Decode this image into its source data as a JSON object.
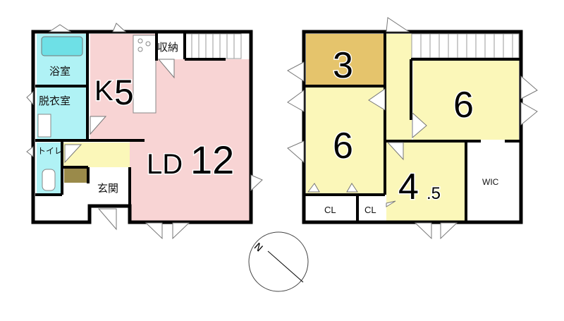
{
  "colors": {
    "pink": "#f8d4d4",
    "yellow": "#fbf7b9",
    "cyan": "#b0f2f5",
    "ochre": "#e5c46c",
    "olive": "#9a8a4a"
  },
  "floor1": {
    "bath": "浴室",
    "dressing": "脱衣室",
    "toilet": "トイレ",
    "storage": "収納",
    "entrance": "玄関",
    "kitchen_k": "K",
    "kitchen_n": "5",
    "ld_l": "LD",
    "ld_n": "12"
  },
  "floor2": {
    "room_a": "3",
    "room_b": "6",
    "room_c": "6",
    "room_d_n": "4",
    "room_d_f": ".5",
    "closet1": "CL",
    "closet2": "CL",
    "wic": "WIC"
  },
  "compass": {
    "north": "N"
  }
}
